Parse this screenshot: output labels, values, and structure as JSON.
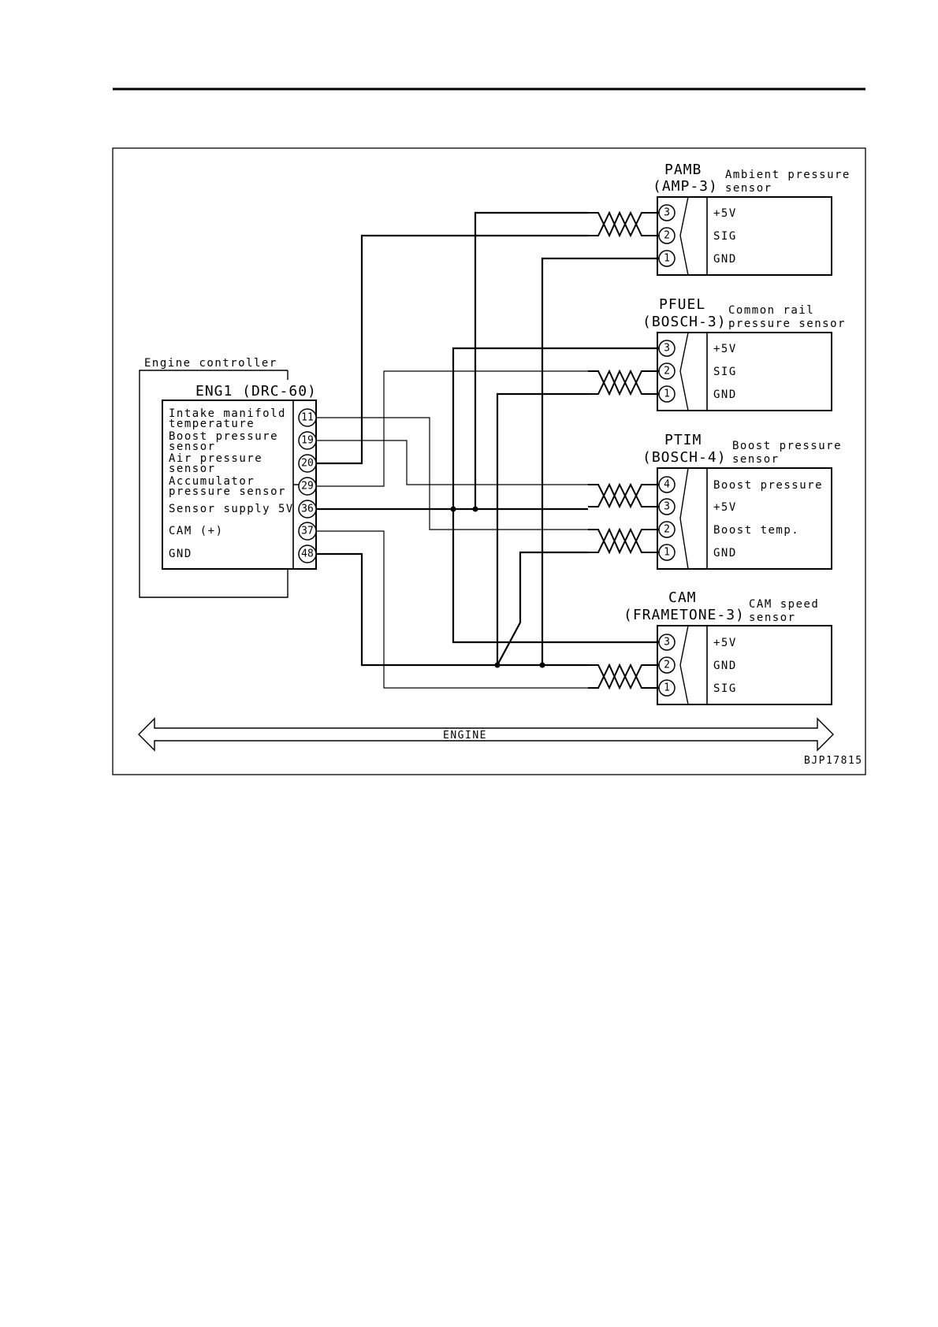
{
  "figure_code": "BJP17815",
  "engine_label": "ENGINE",
  "controller": {
    "outer_label": "Engine controller",
    "connector_title": "ENG1 (DRC-60)",
    "signals": [
      {
        "pin": "11",
        "label": [
          "Intake manifold",
          "temperature"
        ]
      },
      {
        "pin": "19",
        "label": [
          "Boost pressure",
          "sensor"
        ]
      },
      {
        "pin": "20",
        "label": [
          "Air pressure",
          "sensor"
        ]
      },
      {
        "pin": "29",
        "label": [
          "Accumulator",
          "pressure sensor"
        ]
      },
      {
        "pin": "36",
        "label": [
          "Sensor supply 5V"
        ]
      },
      {
        "pin": "37",
        "label": [
          "CAM (+)"
        ]
      },
      {
        "pin": "48",
        "label": [
          "GND"
        ]
      }
    ]
  },
  "sensors": [
    {
      "id": "pamb",
      "name": "PAMB",
      "connector": "(AMP-3)",
      "description": [
        "Ambient pressure",
        "sensor"
      ],
      "pins": [
        {
          "pin": "3",
          "label": "+5V"
        },
        {
          "pin": "2",
          "label": "SIG"
        },
        {
          "pin": "1",
          "label": "GND"
        }
      ]
    },
    {
      "id": "pfuel",
      "name": "PFUEL",
      "connector": "(BOSCH-3)",
      "description": [
        "Common rail",
        "pressure sensor"
      ],
      "pins": [
        {
          "pin": "3",
          "label": "+5V"
        },
        {
          "pin": "2",
          "label": "SIG"
        },
        {
          "pin": "1",
          "label": "GND"
        }
      ]
    },
    {
      "id": "ptim",
      "name": "PTIM",
      "connector": "(BOSCH-4)",
      "description": [
        "Boost pressure",
        "sensor"
      ],
      "pins": [
        {
          "pin": "4",
          "label": "Boost pressure"
        },
        {
          "pin": "3",
          "label": "+5V"
        },
        {
          "pin": "2",
          "label": "Boost temp."
        },
        {
          "pin": "1",
          "label": "GND"
        }
      ]
    },
    {
      "id": "cam",
      "name": "CAM",
      "connector": "(FRAMETONE-3)",
      "description": [
        "CAM speed",
        "sensor"
      ],
      "pins": [
        {
          "pin": "3",
          "label": "+5V"
        },
        {
          "pin": "2",
          "label": "GND"
        },
        {
          "pin": "1",
          "label": "SIG"
        }
      ]
    }
  ]
}
